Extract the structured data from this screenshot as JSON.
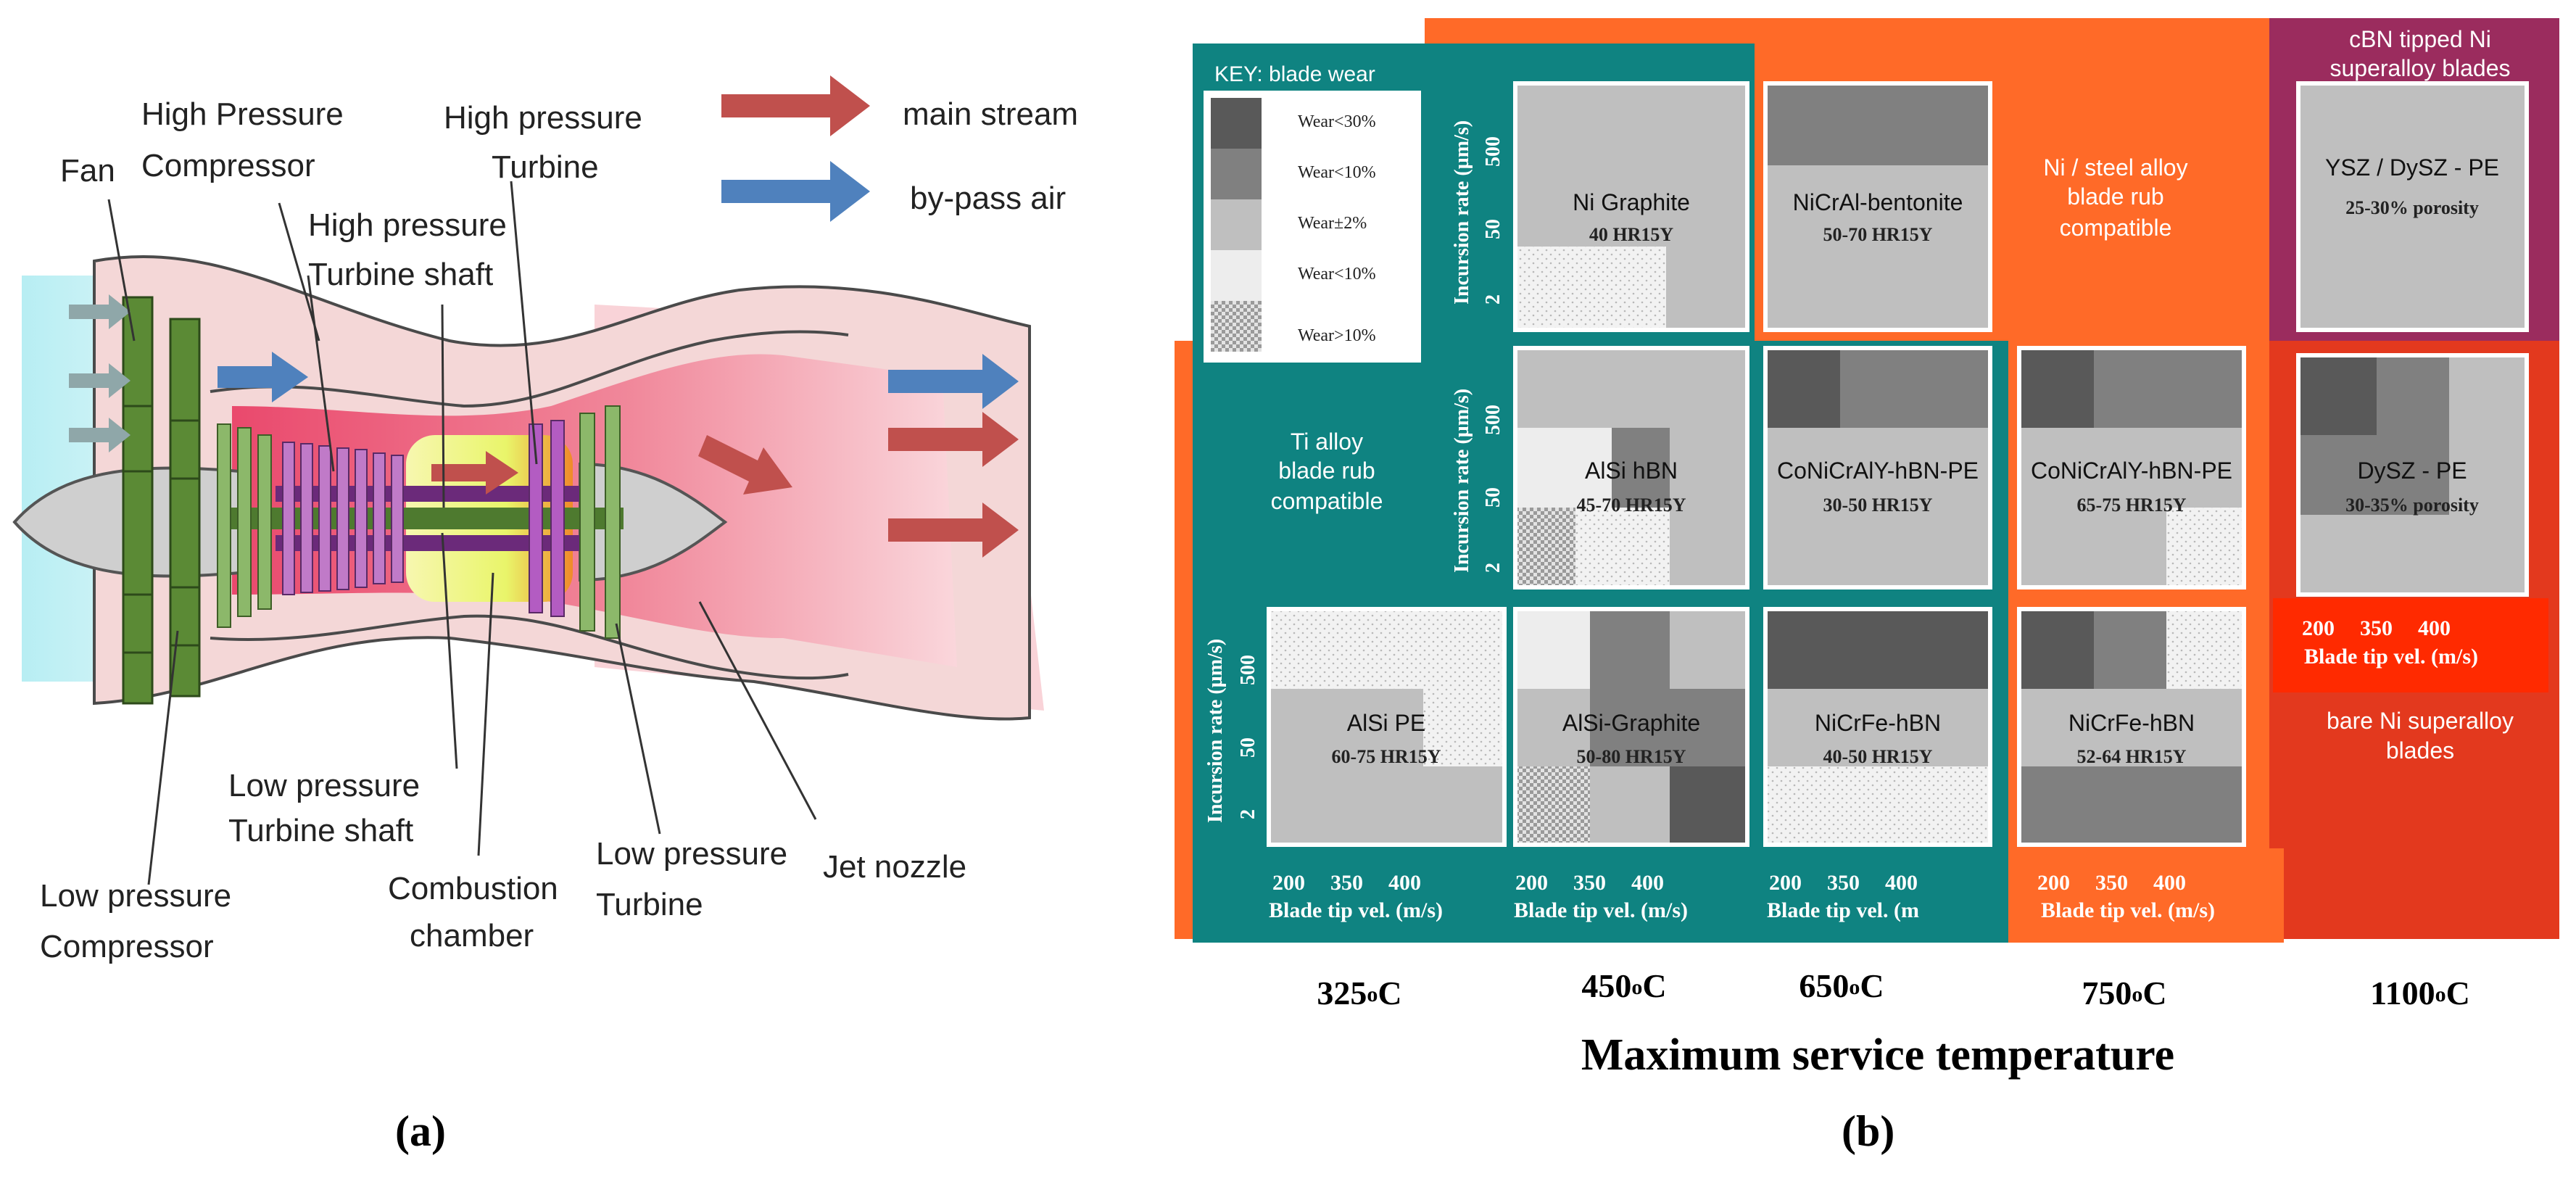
{
  "panel_a": {
    "caption": "(a)",
    "legend": {
      "main_stream": "main stream",
      "bypass_air": "by-pass air",
      "main_color": "#c0504d",
      "bypass_color": "#4f81bd"
    },
    "labels": {
      "fan": "Fan",
      "hpc_1": "High Pressure",
      "hpc_2": "Compressor",
      "hpts_1": "High pressure",
      "hpts_2": "Turbine shaft",
      "hpt_1": "High pressure",
      "hpt_2": "Turbine",
      "lpts_1": "Low pressure",
      "lpts_2": "Turbine shaft",
      "lpc_1": "Low pressure",
      "lpc_2": "Compressor",
      "cc_1": "Combustion",
      "cc_2": "chamber",
      "lpt_1": "Low pressure",
      "lpt_2": "Turbine",
      "nozzle": "Jet nozzle"
    }
  },
  "panel_b": {
    "caption": "(b)",
    "x_title": "Maximum service temperature",
    "temperatures": [
      "325",
      "450",
      "650",
      "750",
      "1100"
    ],
    "temp_unit": "C",
    "temp_sup": "o",
    "incursion_label": "Incursion rate (µm/s)",
    "incursion_ticks": [
      "500",
      "50",
      "2"
    ],
    "tip_ticks": [
      "200",
      "350",
      "400"
    ],
    "tip_label": "Blade tip vel. (m/s)",
    "tip_label_trunc": "Blade tip vel. (m",
    "key": {
      "title": "KEY: blade wear",
      "items": [
        "Wear<30%",
        "Wear<10%",
        "Wear±2%",
        "Wear<10%",
        "Wear>10%"
      ]
    },
    "regions": {
      "ti": [
        "Ti alloy",
        "blade rub",
        "compatible"
      ],
      "ni": [
        "Ni / steel alloy",
        "blade rub",
        "compatible"
      ],
      "cbn": [
        "cBN tipped Ni",
        "superalloy blades"
      ],
      "bare": [
        "bare Ni superalloy",
        "blades"
      ]
    },
    "materials": {
      "ni_graphite": {
        "name": "Ni Graphite",
        "hardness": "40 HR15Y"
      },
      "nicral": {
        "name": "NiCrAl-bentonite",
        "hardness": "50-70 HR15Y"
      },
      "ysz": {
        "name": "YSZ / DySZ - PE",
        "hardness": "25-30% porosity"
      },
      "alsi_hbn": {
        "name": "AlSi hBN",
        "hardness": "45-70 HR15Y"
      },
      "conicraly_450": {
        "name": "CoNiCrAlY-hBN-PE",
        "hardness": "30-50 HR15Y"
      },
      "conicraly_750": {
        "name": "CoNiCrAlY-hBN-PE",
        "hardness": "65-75 HR15Y"
      },
      "dysz": {
        "name": "DySZ - PE",
        "hardness": "30-35% porosity"
      },
      "alsi_pe": {
        "name": "AlSi PE",
        "hardness": "60-75 HR15Y"
      },
      "alsi_graphite": {
        "name": "AlSi-Graphite",
        "hardness": "50-80 HR15Y"
      },
      "nicrfe_650": {
        "name": "NiCrFe-hBN",
        "hardness": "40-50 HR15Y"
      },
      "nicrfe_750": {
        "name": "NiCrFe-hBN",
        "hardness": "52-64 HR15Y"
      }
    },
    "colors": {
      "teal": "#0f8381",
      "orange": "#ff6a28",
      "maroon": "#9b2c5e",
      "red": "#e3391e",
      "wear30": "#595959",
      "wear10": "#808080",
      "wear2": "#bfbfbf",
      "wear10b": "#ededed"
    }
  }
}
